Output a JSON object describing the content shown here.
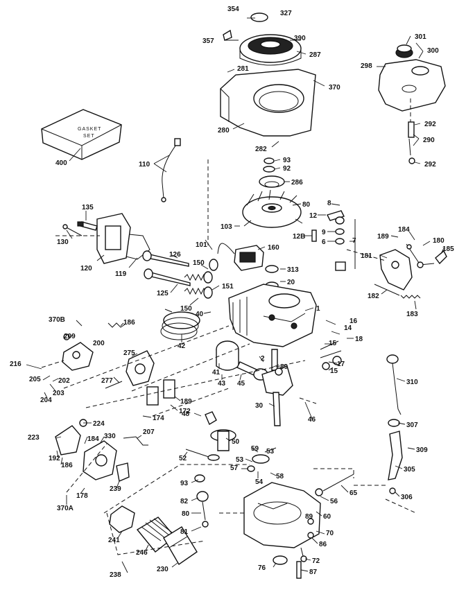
{
  "diagram": {
    "gasket_box_text": [
      "GASKET",
      "SET"
    ],
    "labels": [
      {
        "id": "l354",
        "text": "354"
      },
      {
        "id": "l327",
        "text": "327"
      },
      {
        "id": "l357",
        "text": "357"
      },
      {
        "id": "l390",
        "text": "390"
      },
      {
        "id": "l287",
        "text": "287"
      },
      {
        "id": "l301",
        "text": "301"
      },
      {
        "id": "l300",
        "text": "300"
      },
      {
        "id": "l298",
        "text": "298"
      },
      {
        "id": "l281",
        "text": "281"
      },
      {
        "id": "l370",
        "text": "370"
      },
      {
        "id": "l280",
        "text": "280"
      },
      {
        "id": "l282a",
        "text": "282"
      },
      {
        "id": "l292a",
        "text": "292"
      },
      {
        "id": "l290",
        "text": "290"
      },
      {
        "id": "l292b",
        "text": "292"
      },
      {
        "id": "l400",
        "text": "400"
      },
      {
        "id": "l110",
        "text": "110"
      },
      {
        "id": "l93a",
        "text": "93"
      },
      {
        "id": "l92",
        "text": "92"
      },
      {
        "id": "l286",
        "text": "286"
      },
      {
        "id": "l80",
        "text": "80"
      },
      {
        "id": "l8a",
        "text": "8"
      },
      {
        "id": "l12",
        "text": "12"
      },
      {
        "id": "l135",
        "text": "135"
      },
      {
        "id": "l130",
        "text": "130"
      },
      {
        "id": "l103",
        "text": "103"
      },
      {
        "id": "l12b",
        "text": "12B"
      },
      {
        "id": "l9",
        "text": "9"
      },
      {
        "id": "l6",
        "text": "6"
      },
      {
        "id": "l7",
        "text": "7"
      },
      {
        "id": "l189",
        "text": "189"
      },
      {
        "id": "l184",
        "text": "184"
      },
      {
        "id": "l180",
        "text": "180"
      },
      {
        "id": "l185",
        "text": "185"
      },
      {
        "id": "l181",
        "text": "181"
      },
      {
        "id": "l120",
        "text": "120"
      },
      {
        "id": "l119",
        "text": "119"
      },
      {
        "id": "l126",
        "text": "126"
      },
      {
        "id": "l101",
        "text": "101"
      },
      {
        "id": "l160",
        "text": "160"
      },
      {
        "id": "l150",
        "text": "150"
      },
      {
        "id": "l313",
        "text": "313"
      },
      {
        "id": "l20",
        "text": "20"
      },
      {
        "id": "l125",
        "text": "125"
      },
      {
        "id": "l151",
        "text": "151"
      },
      {
        "id": "l182",
        "text": "182"
      },
      {
        "id": "l183",
        "text": "183"
      },
      {
        "id": "l1",
        "text": "1"
      },
      {
        "id": "l40",
        "text": "40"
      },
      {
        "id": "l370b",
        "text": "370B"
      },
      {
        "id": "l186",
        "text": "186"
      },
      {
        "id": "l15a",
        "text": "15"
      },
      {
        "id": "l14",
        "text": "14"
      },
      {
        "id": "l209",
        "text": "209"
      },
      {
        "id": "l200",
        "text": "200"
      },
      {
        "id": "l42",
        "text": "42"
      },
      {
        "id": "l16",
        "text": "16"
      },
      {
        "id": "l18",
        "text": "18"
      },
      {
        "id": "l275",
        "text": "275"
      },
      {
        "id": "l2",
        "text": "2"
      },
      {
        "id": "l17",
        "text": "17"
      },
      {
        "id": "l216",
        "text": "216"
      },
      {
        "id": "l205",
        "text": "205"
      },
      {
        "id": "l202",
        "text": "202"
      },
      {
        "id": "l89",
        "text": "89"
      },
      {
        "id": "l15b",
        "text": "15"
      },
      {
        "id": "l41",
        "text": "41"
      },
      {
        "id": "l43",
        "text": "43"
      },
      {
        "id": "l45",
        "text": "45"
      },
      {
        "id": "l310",
        "text": "310"
      },
      {
        "id": "l277",
        "text": "277"
      },
      {
        "id": "l203",
        "text": "203"
      },
      {
        "id": "l204",
        "text": "204"
      },
      {
        "id": "l189b",
        "text": "189"
      },
      {
        "id": "l172",
        "text": "172"
      },
      {
        "id": "l30",
        "text": "30"
      },
      {
        "id": "l174",
        "text": "174"
      },
      {
        "id": "l48",
        "text": "48"
      },
      {
        "id": "l46",
        "text": "46"
      },
      {
        "id": "l224",
        "text": "224"
      },
      {
        "id": "l307",
        "text": "307"
      },
      {
        "id": "l207",
        "text": "207"
      },
      {
        "id": "l223",
        "text": "223"
      },
      {
        "id": "l184b",
        "text": "184"
      },
      {
        "id": "l330",
        "text": "330"
      },
      {
        "id": "l50",
        "text": "50"
      },
      {
        "id": "l192",
        "text": "192"
      },
      {
        "id": "l186b",
        "text": "186"
      },
      {
        "id": "l59",
        "text": "59"
      },
      {
        "id": "l52",
        "text": "52"
      },
      {
        "id": "l309",
        "text": "309"
      },
      {
        "id": "l53",
        "text": "53"
      },
      {
        "id": "l57",
        "text": "57"
      },
      {
        "id": "l54",
        "text": "54"
      },
      {
        "id": "l305",
        "text": "305"
      },
      {
        "id": "l58",
        "text": "58"
      },
      {
        "id": "l239",
        "text": "239"
      },
      {
        "id": "l93b",
        "text": "93"
      },
      {
        "id": "l178",
        "text": "178"
      },
      {
        "id": "l370a",
        "text": "370A"
      },
      {
        "id": "l65",
        "text": "65"
      },
      {
        "id": "l306",
        "text": "306"
      },
      {
        "id": "l82",
        "text": "82"
      },
      {
        "id": "l56",
        "text": "56"
      },
      {
        "id": "l60",
        "text": "60"
      },
      {
        "id": "l81",
        "text": "81"
      },
      {
        "id": "l241",
        "text": "241"
      },
      {
        "id": "l70",
        "text": "70"
      },
      {
        "id": "l86",
        "text": "86"
      },
      {
        "id": "l246",
        "text": "246"
      },
      {
        "id": "l230",
        "text": "230"
      },
      {
        "id": "l72",
        "text": "72"
      },
      {
        "id": "l76",
        "text": "76"
      },
      {
        "id": "l238",
        "text": "238"
      },
      {
        "id": "l87",
        "text": "87"
      }
    ]
  }
}
